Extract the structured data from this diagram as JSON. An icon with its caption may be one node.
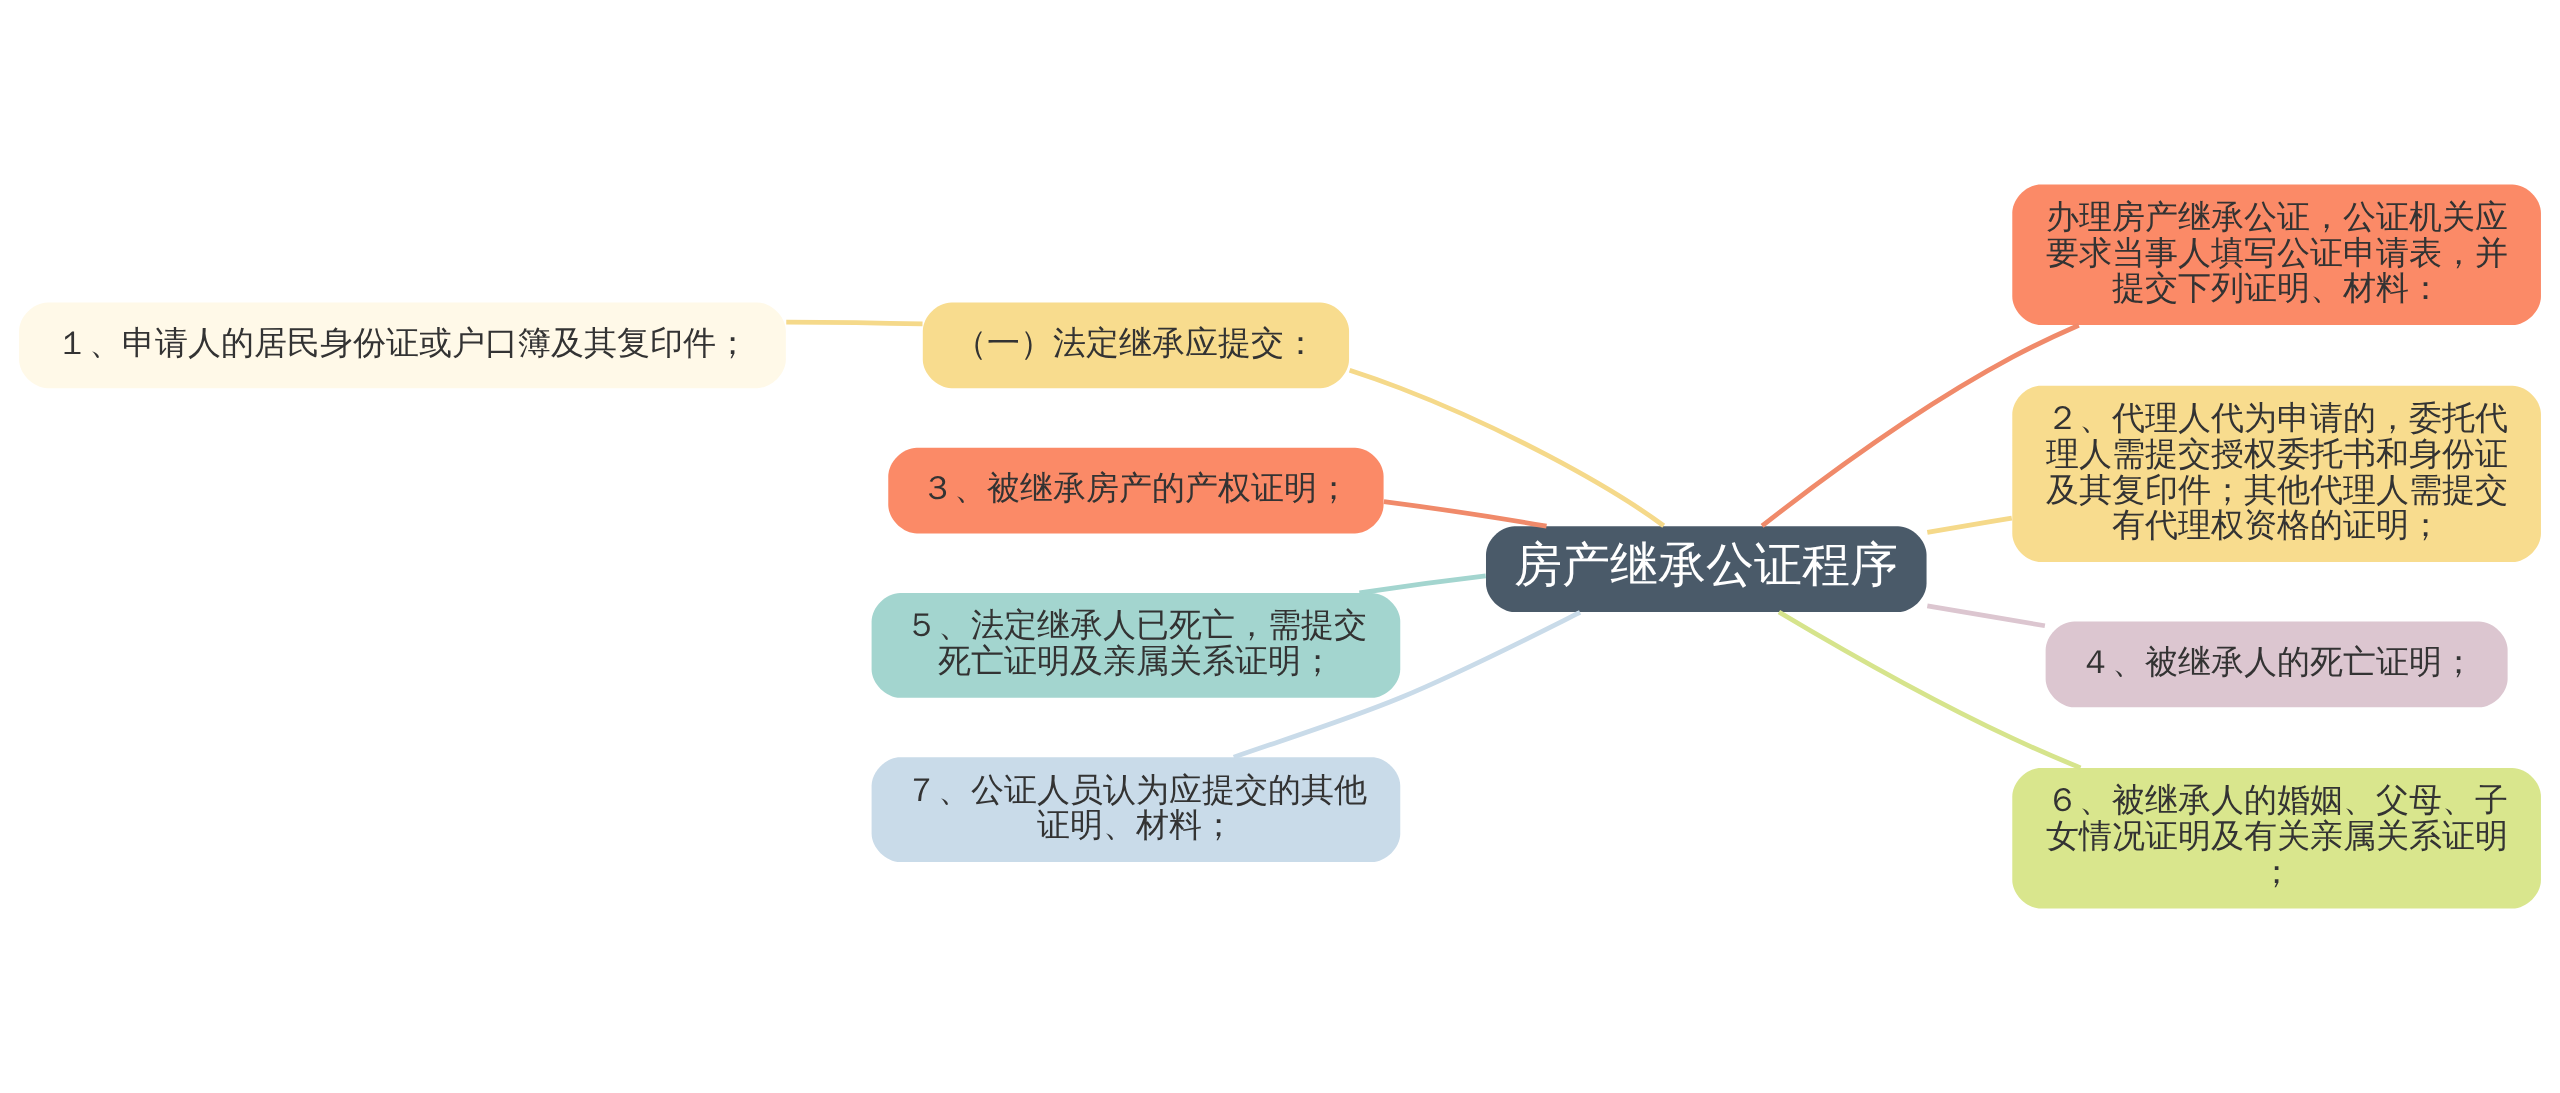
{
  "diagram": {
    "nodes": [
      {
        "text": [
          "房产继承公证程序"
        ]
      },
      {
        "text": [
          "办理房产继承公证，公证机关应要求当事人填写公证申请表，并提交下列证明、材料："
        ]
      },
      {
        "text": [
          "２、代理人代为申请的，委托代理人需提交授权委托书和身份证及其复印件；其他代理人需提交有代理权资格的证明；"
        ]
      },
      {
        "text": [
          "４、被继承人的死亡证明；"
        ]
      },
      {
        "text": [
          "６、被继承人的婚姻、父母、子女情况证明及有关亲属关系证明；"
        ]
      },
      {
        "text": [
          "（一）法定继承应提交："
        ]
      },
      {
        "text": [
          "１、申请人的居民身份证或户口簿及其复印件；"
        ]
      },
      {
        "text": [
          "３、被继承房产的产权证明；"
        ]
      },
      {
        "text": [
          "５、法定继承人已死亡，需提交死亡证明及亲属关系证明；"
        ]
      },
      {
        "text": [
          "７、公证人员认为应提交的其他证明、材料；"
        ]
      }
    ],
    "edges": [
      {
        "from": 0,
        "to": 1,
        "arrow": "none",
        "color": "#f08a6a"
      },
      {
        "from": 0,
        "to": 2,
        "arrow": "none",
        "color": "#f5d98a"
      },
      {
        "from": 0,
        "to": 3,
        "arrow": "none",
        "color": "#dcc6d0"
      },
      {
        "from": 0,
        "to": 4,
        "arrow": "none",
        "color": "#d6e48c"
      },
      {
        "from": 0,
        "to": 5,
        "arrow": "none",
        "color": "#f5d98a"
      },
      {
        "from": 5,
        "to": 6,
        "arrow": "none",
        "color": "#f5d98a"
      },
      {
        "from": 0,
        "to": 7,
        "arrow": "none",
        "color": "#f08a6a"
      },
      {
        "from": 0,
        "to": 8,
        "arrow": "none",
        "color": "#a3d5cf"
      },
      {
        "from": 0,
        "to": 9,
        "arrow": "none",
        "color": "#c9dbe9"
      }
    ]
  }
}
